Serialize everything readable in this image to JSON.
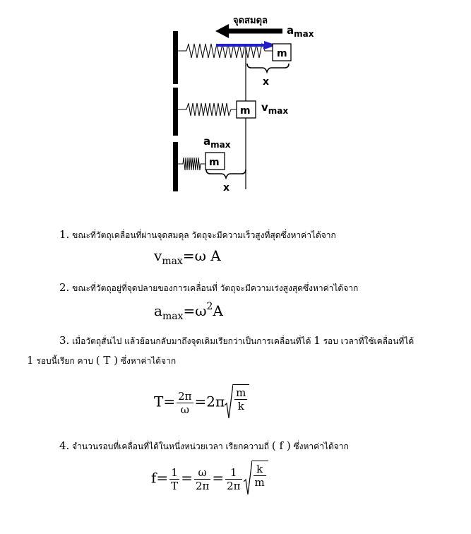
{
  "diagram": {
    "label_equilibrium": "จุดสมดุล",
    "label_a": "a",
    "label_max": "max",
    "label_v": "v",
    "mass": "m",
    "label_x": "x"
  },
  "items": [
    {
      "num": "1.",
      "text": "ขณะที่วัตถุเคลื่อนที่ผ่านจุดสมดุล วัตถุจะมีความเร็วสูงที่สุดซึ่งหาค่าได้จาก"
    },
    {
      "num": "2.",
      "text": "ขณะที่วัตถุอยู่ที่จุดปลายของการเคลื่อนที่ วัตถุจะมีความเร่งสูงสุดซึ่งหาค่าได้จาก"
    },
    {
      "num": "3.",
      "line1_a": "เมื่อวัตถุสั่นไป แล้วย้อนกลับมาถึงจุดเดิมเรียกว่าเป็นการเคลื่อนที่ได้",
      "line1_n": "1",
      "line1_b": "รอบ เวลาที่ใช้เคลื่อนที่ได้",
      "line2_n": "1",
      "line2_a": "รอบนี้เรียก คาบ",
      "symbol": "( T )",
      "line2_b": "ซึ่งหาค่าได้จาก"
    },
    {
      "num": "4.",
      "text_a": "จำนวนรอบที่เคลื่อนที่ได้ในหนึ่งหน่วยเวลา เรียกความถี่",
      "symbol": "( f )",
      "text_b": "ซึ่งหาค่าได้จาก"
    }
  ],
  "eq1": {
    "lhs": "v",
    "sub": "max",
    "rhs": "=ω A"
  },
  "eq2": {
    "lhs": "a",
    "sub": "max",
    "rhs1": "=ω",
    "sup": "2",
    "rhs2": "A"
  },
  "eq3": {
    "lhs": "T=",
    "f1_num": "2π",
    "f1_den": "ω",
    "mid": "=2π",
    "r_num": "m",
    "r_den": "k"
  },
  "eq4": {
    "lhs": "f=",
    "f1_num": "1",
    "f1_den": "T",
    "eq_a": "=",
    "f2_num": "ω",
    "f2_den": "2π",
    "eq_b": "=",
    "f3_num": "1",
    "f3_den": "2π",
    "r_num": "k",
    "r_den": "m"
  }
}
